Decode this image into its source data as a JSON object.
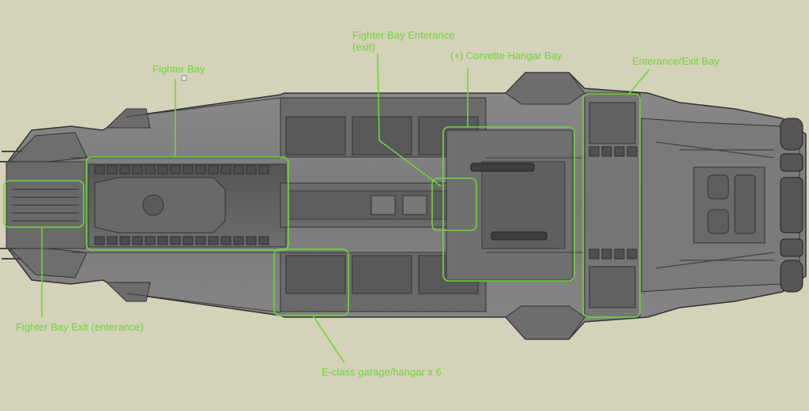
{
  "colors": {
    "background": "#d4d2b8",
    "hull": "#7b7b7b",
    "hull_dark": "#5a5a5a",
    "hull_light": "#9a9a9a",
    "outline": "#333333",
    "annotation": "#6fd63a"
  },
  "labels": {
    "fighter_bay": "Fighter Bay",
    "fighter_bay_entrance_line1": "Fighter Bay Enterance",
    "fighter_bay_entrance_line2": "(exit)",
    "corvette_hangar": "(+) Corvette Hangar Bay",
    "entrance_exit_bay": "Enterance/Exit Bay",
    "fighter_bay_exit": "Fighter Bay Exit (enterance)",
    "e_class_garage": "E-class garage/hangar x 6"
  }
}
